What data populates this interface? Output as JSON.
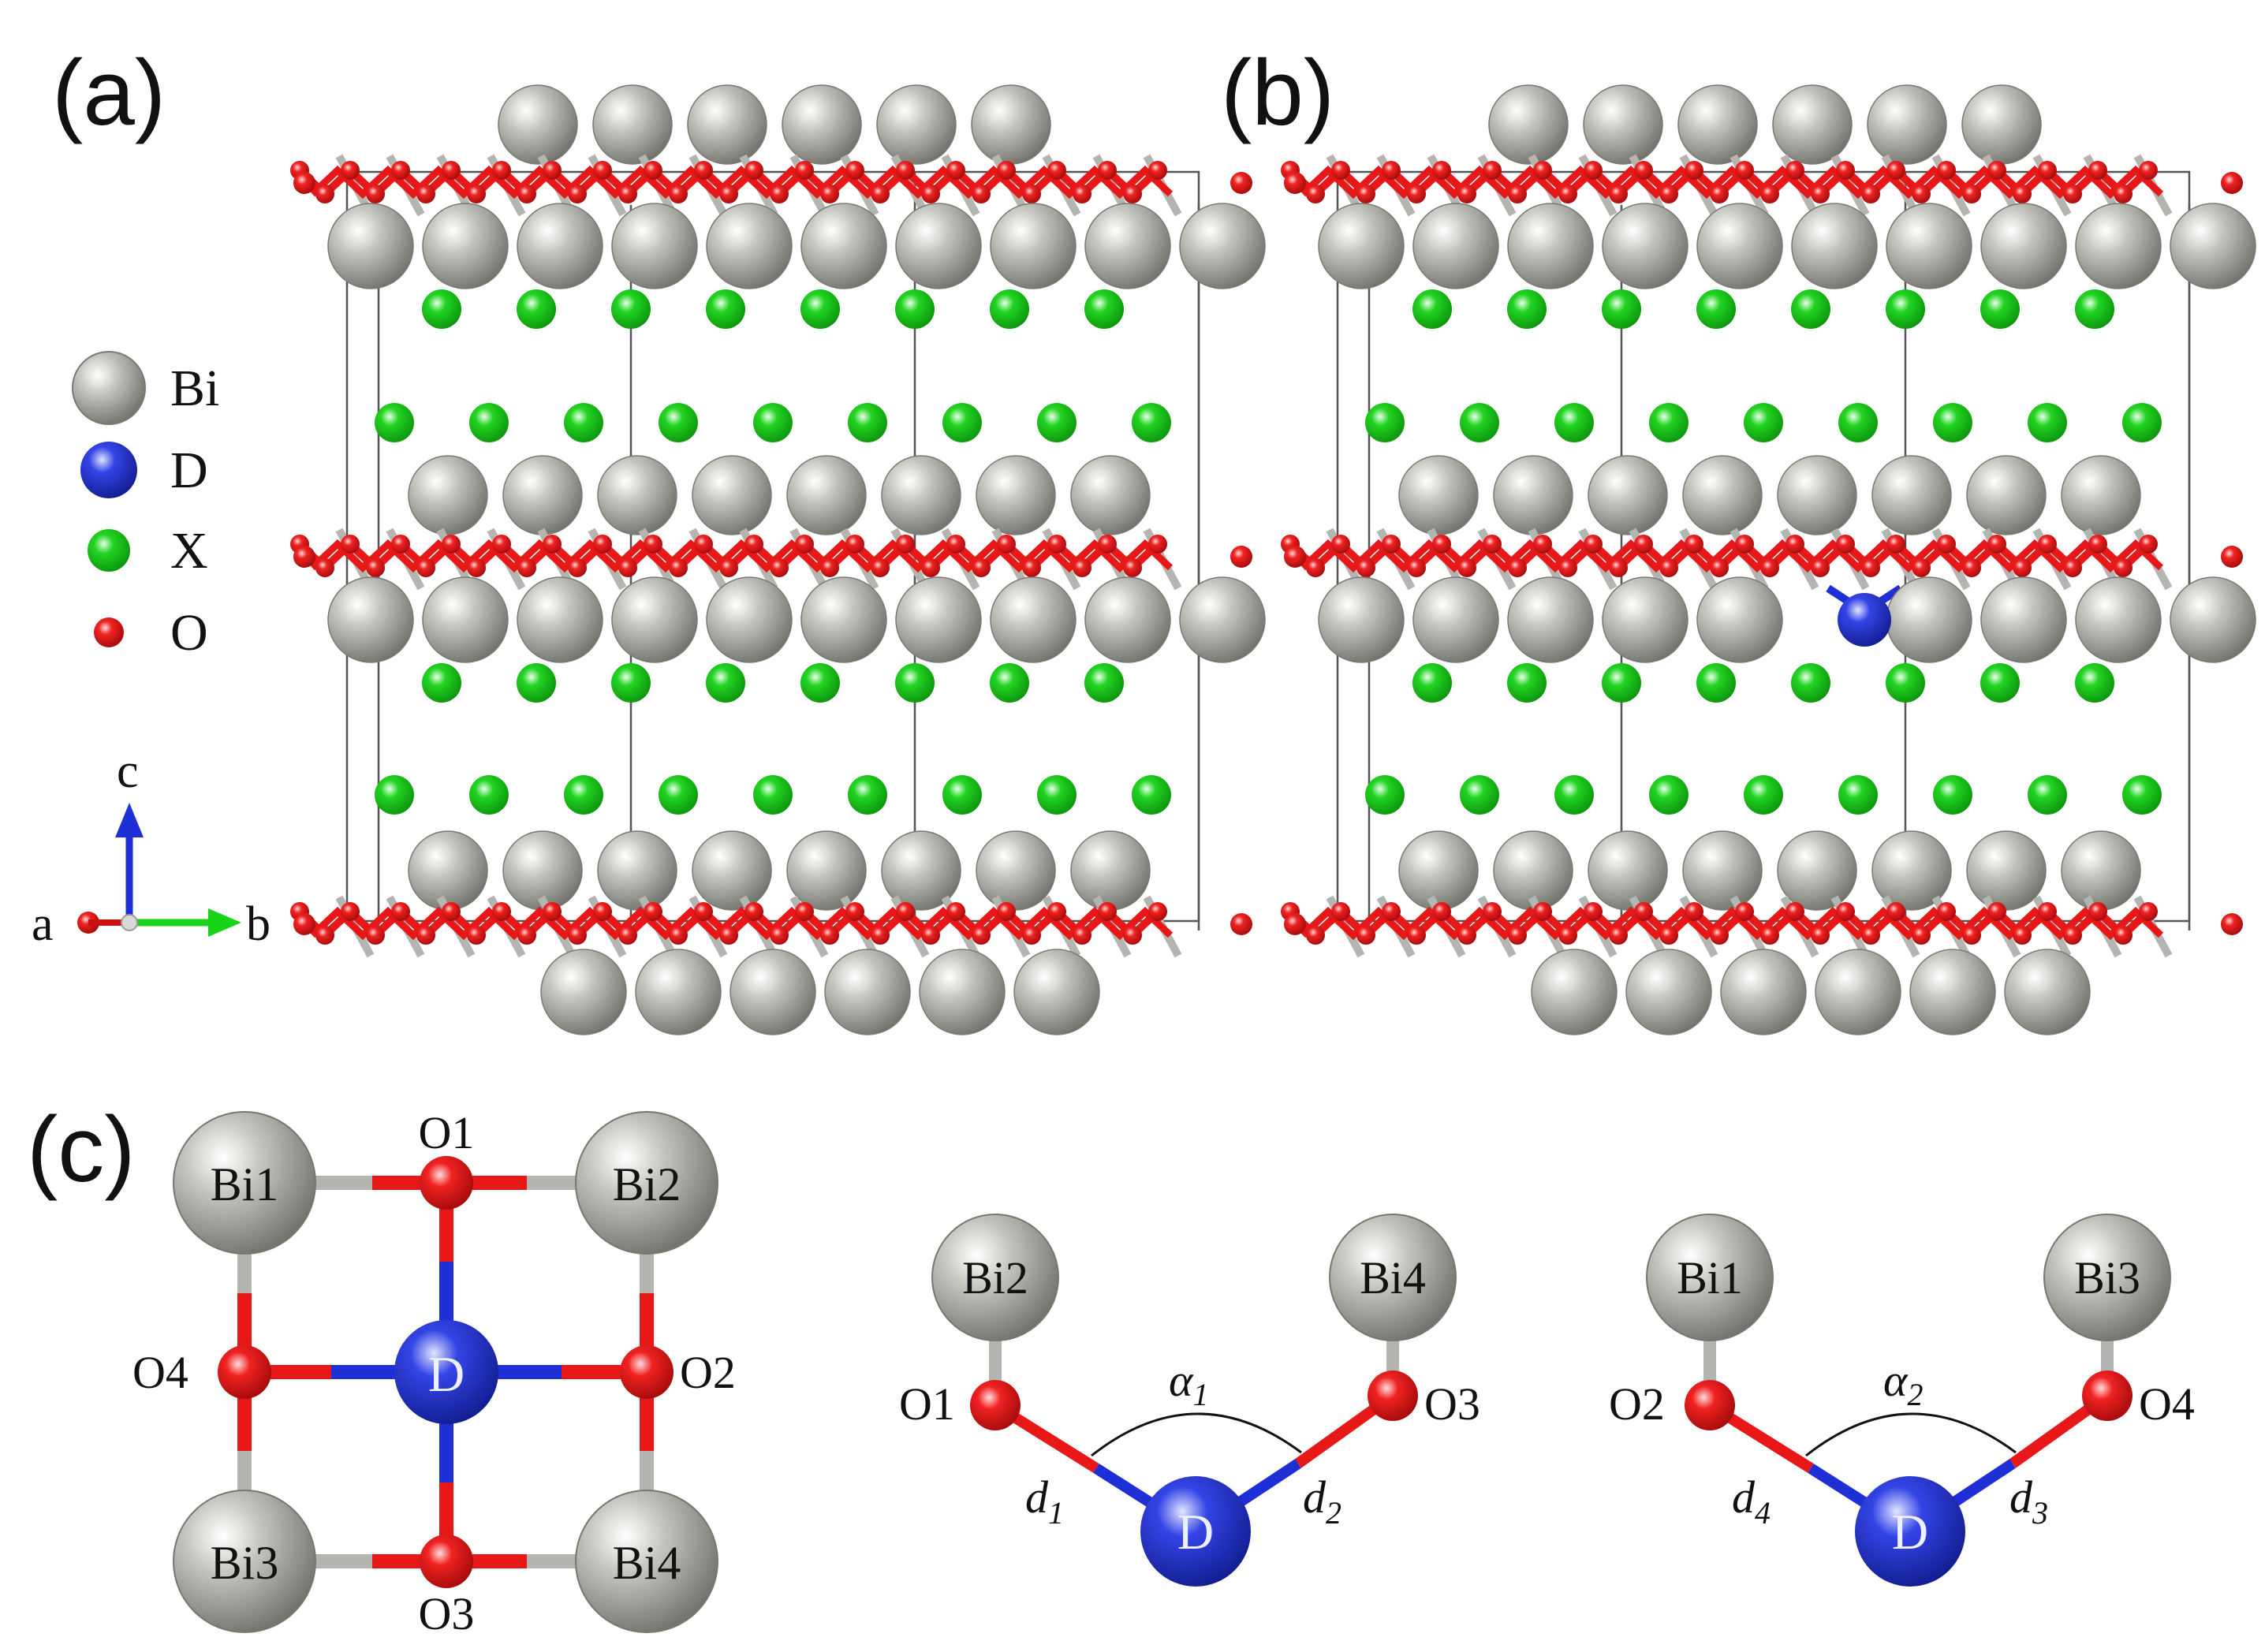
{
  "panels": {
    "a": {
      "label": "(a)"
    },
    "b": {
      "label": "(b)"
    },
    "c": {
      "label": "(c)"
    }
  },
  "legend": [
    {
      "symbol": "Bi",
      "color": "#a9a9a2"
    },
    {
      "symbol": "D",
      "color": "#2230c8"
    },
    {
      "symbol": "X",
      "color": "#14c814"
    },
    {
      "symbol": "O",
      "color": "#e81818"
    }
  ],
  "axes": {
    "a": "a",
    "b": "b",
    "c": "c"
  },
  "colors": {
    "bi": "#a9a9a2",
    "d": "#2230c8",
    "x": "#14c814",
    "o": "#e81818",
    "cell_line": "#555555",
    "bond_gray": "#b4b4b0"
  },
  "panel_c": {
    "square": {
      "corners": [
        "Bi1",
        "Bi2",
        "Bi3",
        "Bi4"
      ],
      "oxygens": [
        "O1",
        "O2",
        "O3",
        "O4"
      ],
      "center": "D"
    },
    "chain1": {
      "left_bi": "Bi2",
      "left_o": "O1",
      "right_bi": "Bi4",
      "right_o": "O3",
      "center": "D",
      "angle": "α",
      "angle_sub": "1",
      "left_bond": "d",
      "left_bond_sub": "1",
      "right_bond": "d",
      "right_bond_sub": "2"
    },
    "chain2": {
      "left_bi": "Bi1",
      "left_o": "O2",
      "right_bi": "Bi3",
      "right_o": "O4",
      "center": "D",
      "angle": "α",
      "angle_sub": "2",
      "left_bond": "d",
      "left_bond_sub": "4",
      "right_bond": "d",
      "right_bond_sub": "3"
    }
  }
}
